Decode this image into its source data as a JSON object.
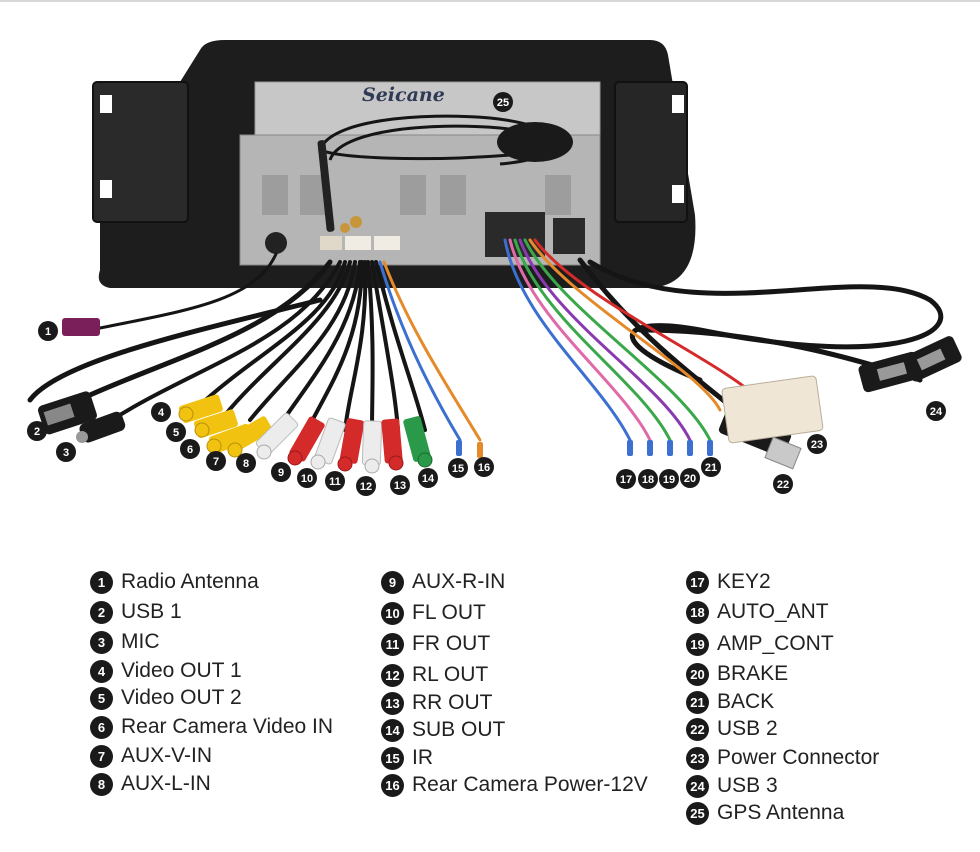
{
  "brand": "Seicane",
  "colors": {
    "chassis": "#1d1d1d",
    "plate": "#c7c7c7",
    "cable": "#151515",
    "rca_yellow": "#f1c20f",
    "rca_white": "#ececec",
    "rca_red": "#d52a2a",
    "rca_green": "#2a9a4a",
    "wire_blue": "#3b6fd0",
    "wire_orange": "#e58a2a",
    "wire_pink": "#e06aa8",
    "wire_purple": "#8a3ab0",
    "wire_green": "#3aa84a",
    "connector_beige": "#efe6d6",
    "badge": "#1a1a1a"
  },
  "markers": [
    {
      "id": "1"
    },
    {
      "id": "2"
    },
    {
      "id": "3"
    },
    {
      "id": "4"
    },
    {
      "id": "5"
    },
    {
      "id": "6"
    },
    {
      "id": "7"
    },
    {
      "id": "8"
    },
    {
      "id": "9"
    },
    {
      "id": "10"
    },
    {
      "id": "11"
    },
    {
      "id": "12"
    },
    {
      "id": "13"
    },
    {
      "id": "14"
    },
    {
      "id": "15"
    },
    {
      "id": "16"
    },
    {
      "id": "17"
    },
    {
      "id": "18"
    },
    {
      "id": "19"
    },
    {
      "id": "20"
    },
    {
      "id": "21"
    },
    {
      "id": "22"
    },
    {
      "id": "23"
    },
    {
      "id": "24"
    },
    {
      "id": "25"
    }
  ],
  "legend": [
    {
      "num": "1",
      "label": "Radio Antenna"
    },
    {
      "num": "2",
      "label": "USB 1"
    },
    {
      "num": "3",
      "label": "MIC"
    },
    {
      "num": "4",
      "label": "Video OUT 1"
    },
    {
      "num": "5",
      "label": "Video OUT 2"
    },
    {
      "num": "6",
      "label": "Rear Camera Video IN"
    },
    {
      "num": "7",
      "label": "AUX-V-IN"
    },
    {
      "num": "8",
      "label": "AUX-L-IN"
    },
    {
      "num": "9",
      "label": "AUX-R-IN"
    },
    {
      "num": "10",
      "label": "FL OUT"
    },
    {
      "num": "11",
      "label": "FR OUT"
    },
    {
      "num": "12",
      "label": "RL OUT"
    },
    {
      "num": "13",
      "label": "RR OUT"
    },
    {
      "num": "14",
      "label": "SUB OUT"
    },
    {
      "num": "15",
      "label": "IR"
    },
    {
      "num": "16",
      "label": "Rear Camera Power-12V"
    },
    {
      "num": "17",
      "label": "KEY2"
    },
    {
      "num": "18",
      "label": "AUTO_ANT"
    },
    {
      "num": "19",
      "label": "AMP_CONT"
    },
    {
      "num": "20",
      "label": "BRAKE"
    },
    {
      "num": "21",
      "label": "BACK"
    },
    {
      "num": "22",
      "label": "USB 2"
    },
    {
      "num": "23",
      "label": "Power Connector"
    },
    {
      "num": "24",
      "label": "USB 3"
    },
    {
      "num": "25",
      "label": "GPS Antenna"
    }
  ]
}
